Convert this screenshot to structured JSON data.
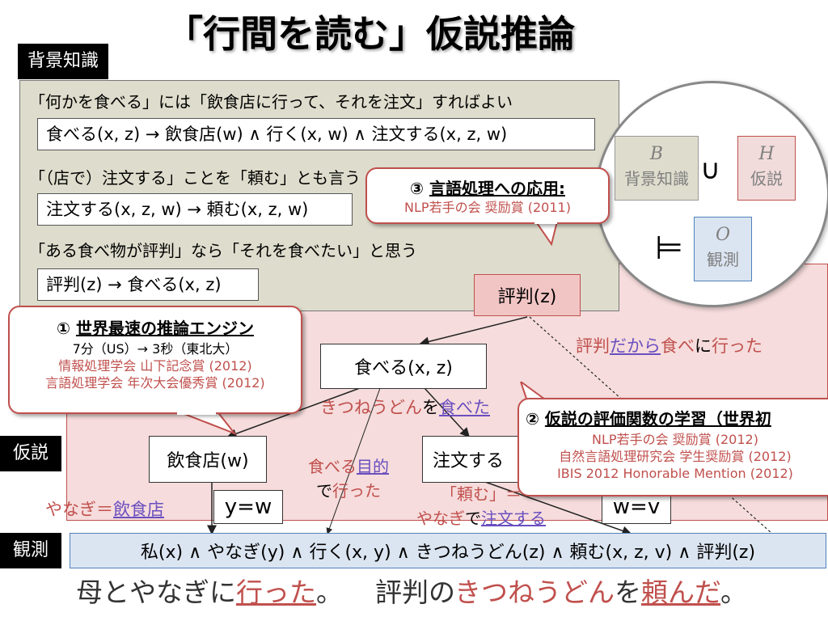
{
  "title": "「行間を読む」仮説推論",
  "tags": {
    "background": "背景知識",
    "hypothesis": "仮説",
    "observation": "観測"
  },
  "knowledge": {
    "line1": "「何かを食べる」には「飲食店に行って、それを注文」すればよい",
    "rule1": "食べる(x, z) → 飲食店(w) ∧ 行く(x, w) ∧ 注文する(x, z, w)",
    "line2": "「（店で）注文する」ことを「頼む」とも言う",
    "rule2": "注文する(x, z, w) → 頼む(x, z, w)",
    "line3": "「ある食べ物が評判」なら「それを食べたい」と思う",
    "rule3": "評判(z) → 食べる(x, z)"
  },
  "circle": {
    "b_letter": "B",
    "b_label": "背景知識",
    "union": "∪",
    "h_letter": "H",
    "h_label": "仮説",
    "entails": "⊨",
    "o_letter": "O",
    "o_label": "観測"
  },
  "callout1": {
    "num": "①",
    "heading": "世界最速の推論エンジン",
    "line1": "7分（US）→ 3秒（東北大）",
    "line2": "情報処理学会 山下記念賞 (2012)",
    "line3": "言語処理学会 年次大会優秀賞 (2012)"
  },
  "callout2": {
    "num": "②",
    "heading": "仮説の評価関数の学習（世界初",
    "line1": "NLP若手の会 奨励賞 (2012)",
    "line2": "自然言語処理研究会 学生奨励賞 (2012)",
    "line3": "IBIS 2012 Honorable Mention (2012)"
  },
  "callout3": {
    "num": "③",
    "heading": "言語処理への応用:",
    "line1": "NLP若手の会 奨励賞 (2011)"
  },
  "nodes": {
    "hyouban": "評判(z)",
    "taberu": "食べる(x, z)",
    "inshokuten": "飲食店(w)",
    "chumon": "注文する",
    "yw": "y=w",
    "wv": "w=v"
  },
  "annotations": {
    "a1_p1": "評判",
    "a1_p2": "だから",
    "a1_p3": "食べ",
    "a1_p4": "に",
    "a1_p5": "行った",
    "a2_p1": "きつねうどん",
    "a2_p2": "を",
    "a2_p3": "食べた",
    "a3_p1": "食べる",
    "a3_p2": "目的",
    "a3_p3": "で",
    "a3_p4": "行った",
    "a4_p1": "「頼む」＝",
    "a4_p2": "やなぎ",
    "a4_p3": "で",
    "a4_p4": "注文する",
    "a5_p1": "やなぎ＝",
    "a5_p2": "飲食店"
  },
  "observation_formula": "私(x) ∧ やなぎ(y) ∧ 行く(x, y) ∧ きつねうどん(z) ∧ 頼む(x, z, v) ∧ 評判(z)",
  "sentence": {
    "s1": "母とやなぎに",
    "s2": "行った",
    "s3": "。",
    "s4": "評判の",
    "s5": "きつねうどん",
    "s6": "を",
    "s7": "頼んだ",
    "s8": "。"
  }
}
